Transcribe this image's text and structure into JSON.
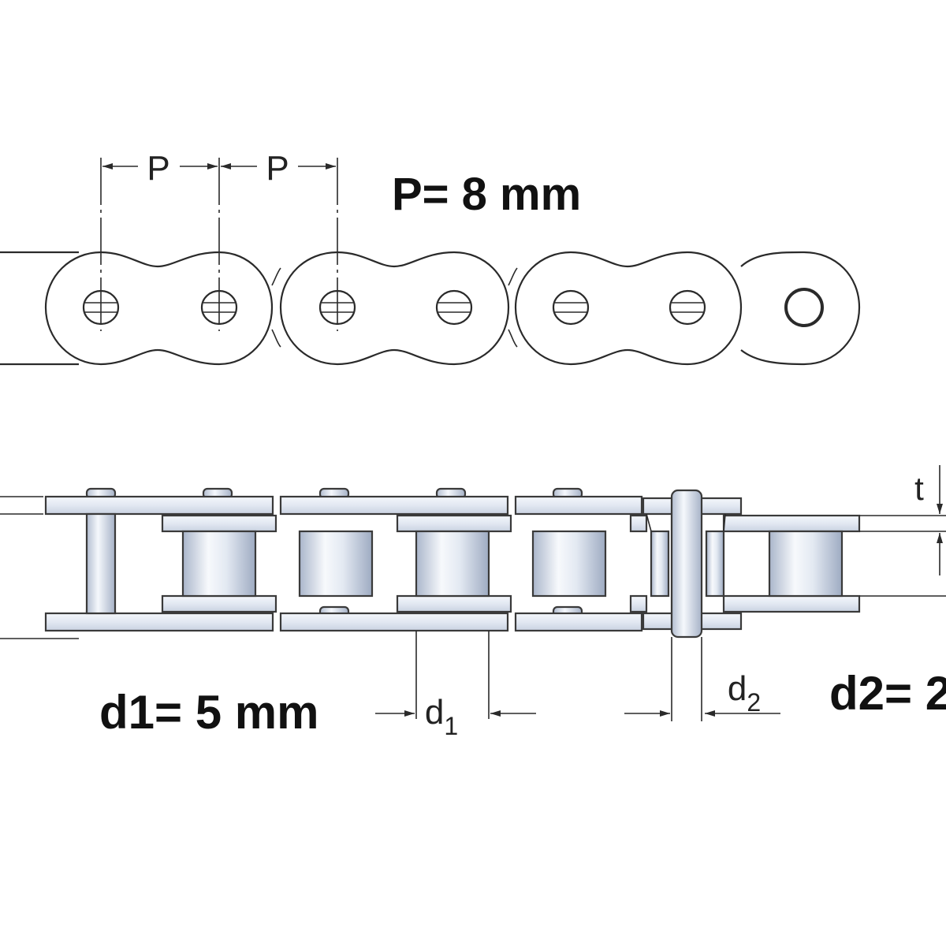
{
  "labels": {
    "pitch_symbol_1": "P",
    "pitch_symbol_2": "P",
    "pitch_value": "P= 8 mm",
    "d1_value": "d1= 5 mm",
    "d1_symbol": "d",
    "d1_subscript": "1",
    "d2_symbol": "d",
    "d2_subscript": "2",
    "d2_value": "d2= 2",
    "t_symbol": "t"
  },
  "colors": {
    "line": "#2a2a2a",
    "plate_fill": "#e6ebf4",
    "roller_light": "#ffffff",
    "roller_dark": "#b8c3d6",
    "background": "#ffffff"
  }
}
